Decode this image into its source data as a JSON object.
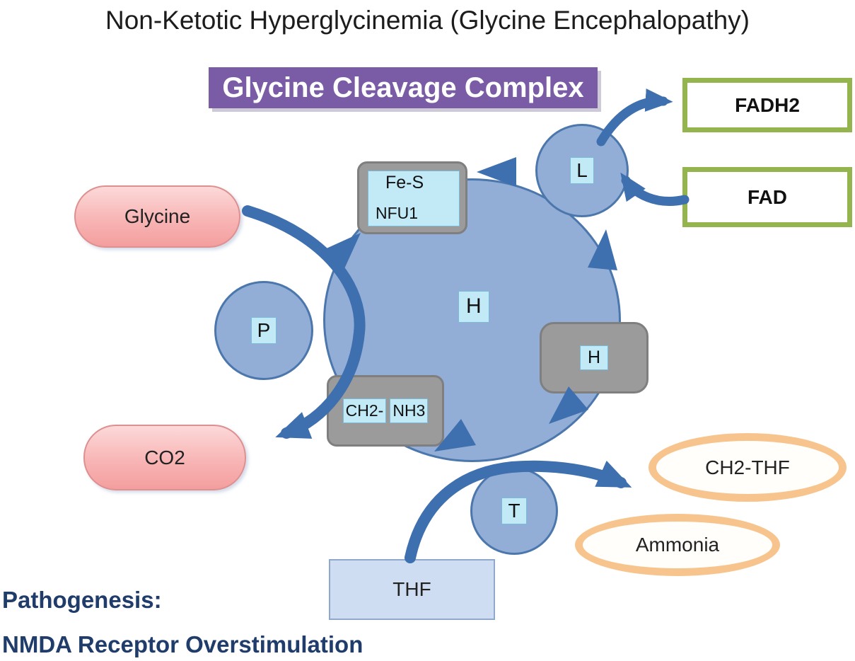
{
  "title": "Non-Ketotic Hyperglycinemia (Glycine Encephalopathy)",
  "banner": {
    "label": "Glycine Cleavage Complex"
  },
  "complex": {
    "h_center_label": "H",
    "p_label": "P",
    "l_label": "L",
    "t_label": "T",
    "fes_label": "Fe-S",
    "nfu1_label": "NFU1",
    "ch2_label": "CH2-",
    "nh3_label": "NH3",
    "h_side_label": "H"
  },
  "metabolites": {
    "glycine": "Glycine",
    "co2": "CO2",
    "fadh2": "FADH2",
    "fad": "FAD",
    "ch2_thf": "CH2-THF",
    "ammonia": "Ammonia",
    "thf": "THF"
  },
  "footer": {
    "pathogenesis": "Pathogenesis:",
    "nmda": "NMDA Receptor Overstimulation"
  },
  "colors": {
    "banner_purple": "#7A5BA5",
    "circle_blue_fill": "#92AED6",
    "circle_blue_border": "#4C77AC",
    "arrow_blue": "#3E6FAE",
    "chip_cyan": "#C2EAF6",
    "gray_box": "#9B9B9B",
    "pink_fill": "#F8B5B5",
    "pink_border": "#DE8F8F",
    "green_border": "#94B54D",
    "orange_border": "#F7C48E",
    "thf_fill": "#CEDDF1",
    "footer_navy": "#1F3C6B"
  }
}
